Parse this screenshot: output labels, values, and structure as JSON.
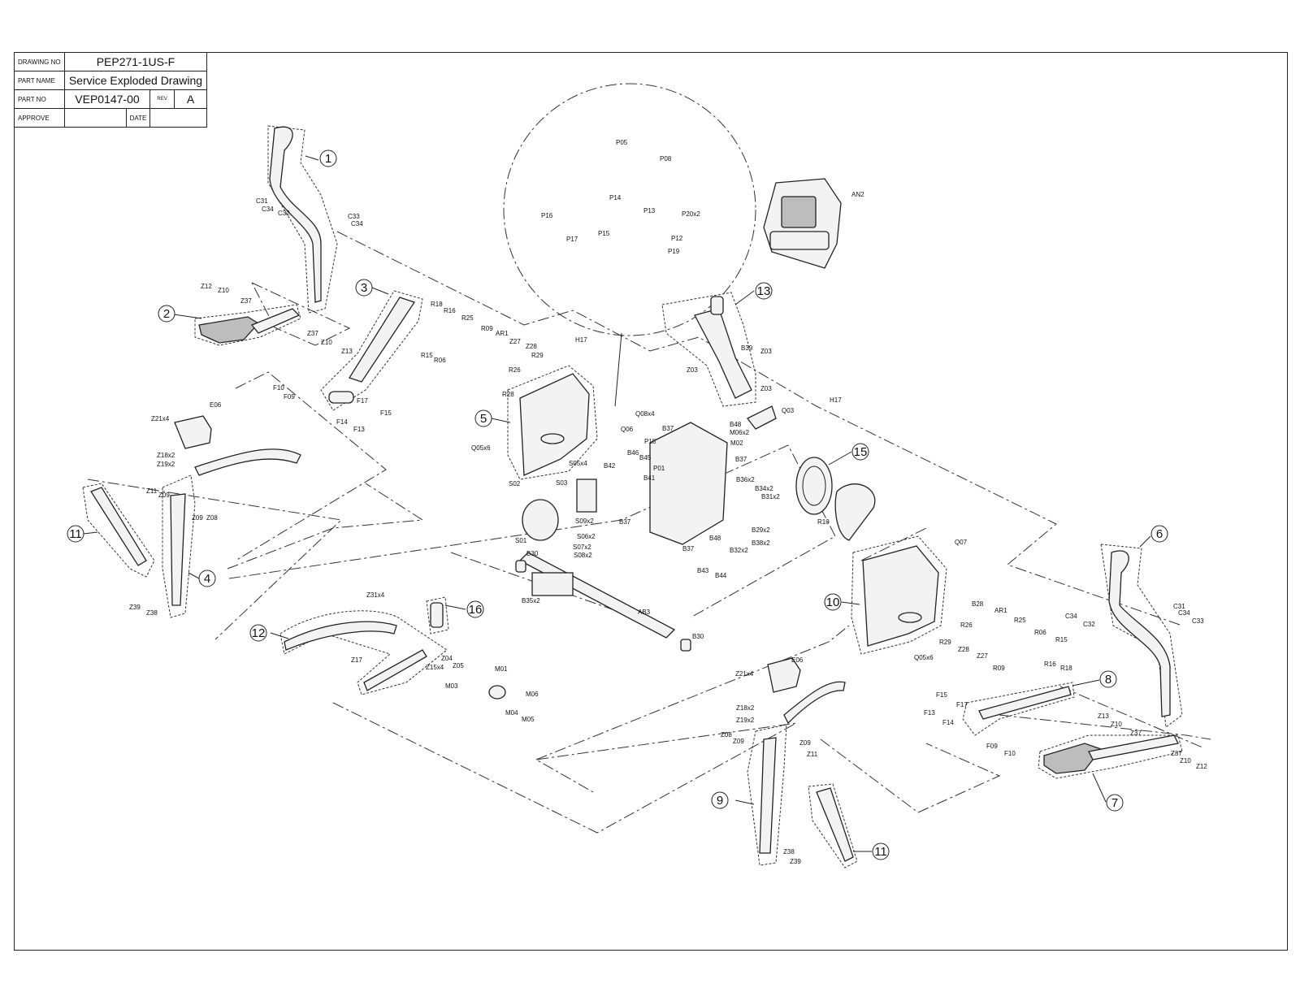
{
  "title_block": {
    "drawing_no_label": "DRAWING NO",
    "drawing_no": "PEP271-1US-F",
    "part_name_label": "PART NAME",
    "part_name": "Service Exploded Drawing",
    "part_no_label": "PART NO",
    "part_no": "VEP0147-00",
    "rev_label": "REV",
    "rev": "A",
    "approve_label": "APPROVE",
    "date_label": "DATE"
  },
  "assembly_numbers": [
    "1",
    "2",
    "3",
    "4",
    "5",
    "6",
    "7",
    "8",
    "9",
    "10",
    "11",
    "11",
    "12",
    "13",
    "15",
    "16"
  ],
  "part_labels": [
    "AN2",
    "P05",
    "P08",
    "P14",
    "P16",
    "P17",
    "P15",
    "P13",
    "P20x2",
    "P12",
    "P19",
    "C31",
    "C34",
    "C32",
    "C33",
    "C34",
    "Z12",
    "Z10",
    "Z37",
    "Z37",
    "Z10",
    "Z13",
    "R18",
    "R16",
    "R25",
    "R09",
    "AR1",
    "Z27",
    "Z28",
    "R29",
    "R15",
    "R06",
    "R26",
    "R28",
    "H17",
    "B39",
    "Z03",
    "Z03",
    "Z03",
    "Q03",
    "H17",
    "Q08x4",
    "Q06",
    "Q05x6",
    "F10",
    "F09",
    "F17",
    "F15",
    "F14",
    "F13",
    "E06",
    "Z21x4",
    "Z18x2",
    "Z19x2",
    "Z11",
    "Z09",
    "Z09",
    "Z08",
    "Z39",
    "Z38",
    "B37",
    "B48",
    "M06x2",
    "M02",
    "P18",
    "B46",
    "B45",
    "B42",
    "P01",
    "B41",
    "B37",
    "B36x2",
    "B34x2",
    "B31x2",
    "S05x4",
    "S02",
    "S03",
    "S01",
    "S09x2",
    "S06x2",
    "S07x2",
    "S08x2",
    "B37",
    "B48",
    "B29x2",
    "B38x2",
    "B32x2",
    "B37",
    "B43",
    "B44",
    "B30",
    "B35x2",
    "AB3",
    "B30",
    "R10",
    "Q07",
    "B28",
    "AR1",
    "R25",
    "R26",
    "R06",
    "R15",
    "R29",
    "Z28",
    "Z27",
    "R09",
    "R16",
    "R18",
    "Q05x6",
    "C34",
    "C32",
    "C31",
    "C34",
    "C33",
    "Z31x4",
    "Z17",
    "Z04",
    "Z05",
    "Z15x4",
    "M01",
    "M03",
    "M06",
    "M04",
    "M05",
    "E06",
    "Z21x4",
    "Z18x2",
    "Z19x2",
    "Z08",
    "Z09",
    "Z09",
    "Z11",
    "Z38",
    "Z39",
    "F15",
    "F13",
    "F17",
    "F14",
    "F09",
    "F10",
    "Z13",
    "Z10",
    "Z37",
    "Z37",
    "Z10",
    "Z12"
  ]
}
